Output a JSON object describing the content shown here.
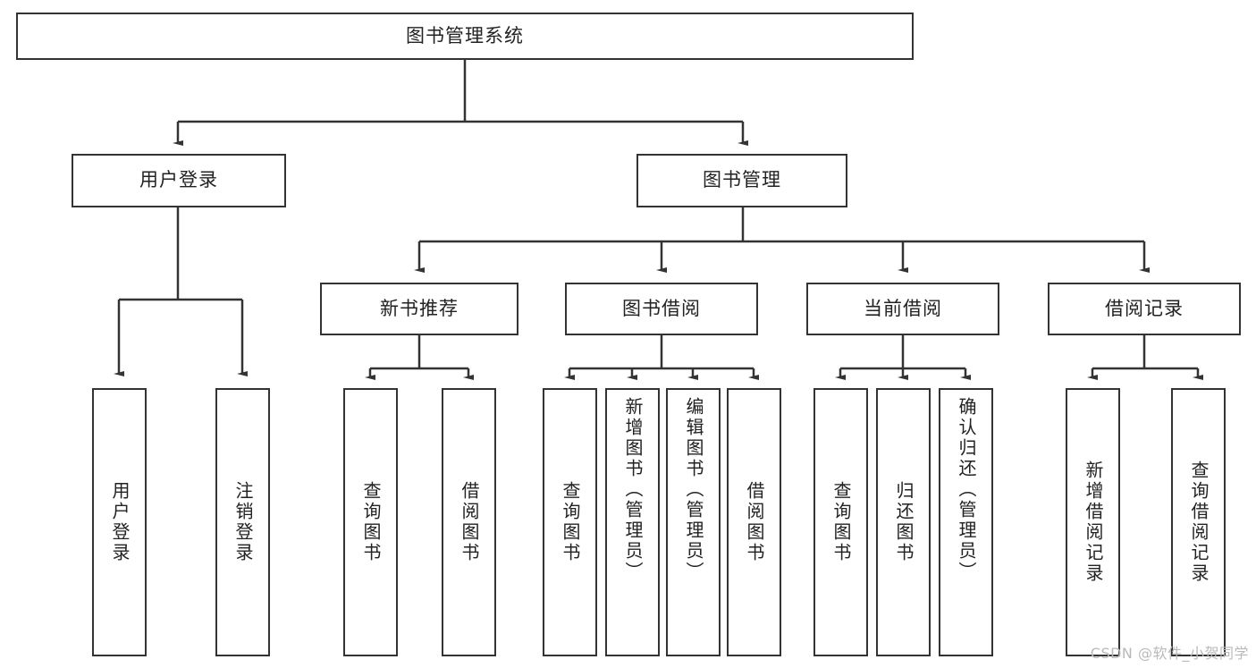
{
  "diagram": {
    "title": "图书管理系统",
    "type": "tree-hierarchy-diagram",
    "colors": {
      "box_border": "#333333",
      "box_fill": "#ffffff",
      "connector": "#333333",
      "text": "#222222",
      "watermark": "#b9b9b9",
      "background": "#ffffff"
    },
    "root": {
      "label": "图书管理系统"
    },
    "level2": [
      {
        "label": "用户登录"
      },
      {
        "label": "图书管理"
      }
    ],
    "level3": [
      {
        "label": "新书推荐"
      },
      {
        "label": "图书借阅"
      },
      {
        "label": "当前借阅"
      },
      {
        "label": "借阅记录"
      }
    ],
    "leaves": {
      "user_login": [
        {
          "label": "用户登录"
        },
        {
          "label": "注销登录"
        }
      ],
      "new_book": [
        {
          "label": "查询图书"
        },
        {
          "label": "借阅图书"
        }
      ],
      "book_borrow": [
        {
          "label": "查询图书"
        },
        {
          "label": "新增图书（管理员）"
        },
        {
          "label": "编辑图书（管理员）"
        },
        {
          "label": "借阅图书"
        }
      ],
      "current_borrow": [
        {
          "label": "查询图书"
        },
        {
          "label": "归还图书"
        },
        {
          "label": "确认归还（管理员）"
        }
      ],
      "borrow_record": [
        {
          "label": "新增借阅记录"
        },
        {
          "label": "查询借阅记录"
        }
      ]
    }
  },
  "watermark": {
    "text": "CSDN @软件_小贺同学"
  }
}
